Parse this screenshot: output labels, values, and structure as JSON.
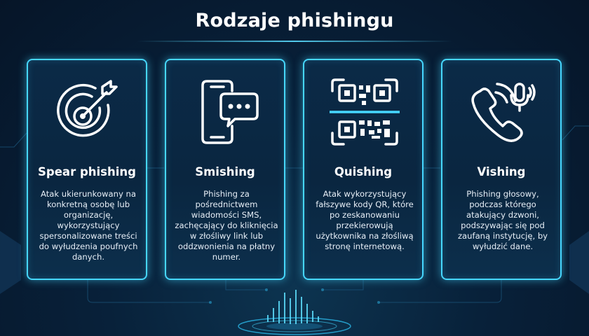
{
  "header": {
    "title": "Rodzaje phishingu"
  },
  "cards": [
    {
      "icon": "target-icon",
      "title": "Spear phishing",
      "description": "Atak ukierunkowany na konkretną osobę lub organizację, wykorzystujący spersonalizowane treści do wyłudzenia poufnych danych."
    },
    {
      "icon": "smartphone-message-icon",
      "title": "Smishing",
      "description": "Phishing za pośrednictwem wiadomości SMS, zachęcający do kliknięcia w złośliwy link lub oddzwonienia na płatny numer."
    },
    {
      "icon": "qr-code-scan-icon",
      "title": "Quishing",
      "description": "Atak wykorzystujący fałszywe kody QR, które po zeskanowaniu przekierowują użytkownika na złośliwą stronę internetową."
    },
    {
      "icon": "phone-microphone-icon",
      "title": "Vishing",
      "description": "Phishing głosowy, podczas którego atakujący dzwoni, podszywając się pod zaufaną instytucję, by wyłudzić dane."
    }
  ],
  "colors": {
    "accent": "#46d7ff",
    "background": "#08213a",
    "text": "#ffffff"
  }
}
